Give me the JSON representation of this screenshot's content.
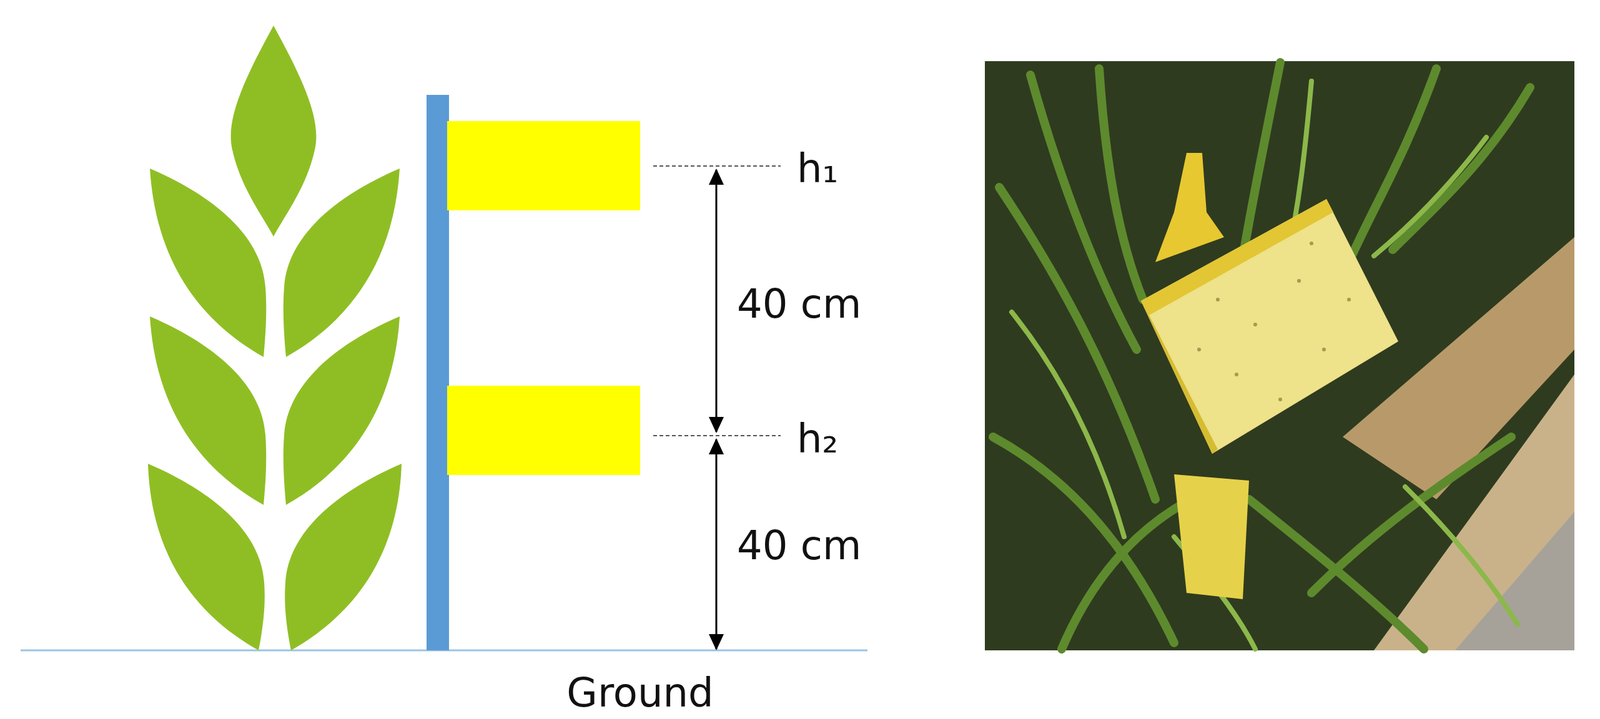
{
  "diagram": {
    "labels": [
      "h₁",
      "40 cm",
      "h₂",
      "40 cm",
      "Ground"
    ]
  }
}
